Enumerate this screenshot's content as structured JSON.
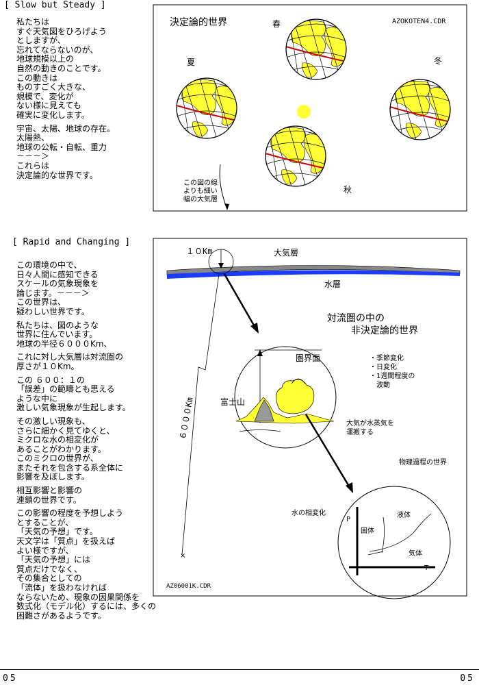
{
  "section1": {
    "title": "[ Slow but Steady ]",
    "paragraphs": [
      [
        "私たちは",
        "すぐ天気図をひろげよう",
        "としますが、",
        "忘れてならないのが、",
        "地球規模以上の",
        "自然の動きのことです。",
        "この動きは",
        "ものすごく大きな、",
        "規模で、変化が",
        "ない様に見えても",
        "確実に変化します。"
      ],
      [
        "宇宙、太陽、地球の存在。",
        "太陽熱、",
        "地球の公転・自転、重力",
        "－－－＞",
        "これらは",
        "決定論的な世界です。"
      ]
    ],
    "figure": {
      "title": "決定論的世界",
      "code": "AZOKOTEN4.CDR",
      "seasons": {
        "spring": "春",
        "summer": "夏",
        "autumn": "秋",
        "winter": "冬"
      },
      "note": [
        "この図の線",
        "よりも細い",
        "幅の大気層"
      ]
    }
  },
  "section2": {
    "title": "[ Rapid and Changing ]",
    "paragraphs": [
      [
        "この環境の中で、",
        "日々人間に感知できる",
        "スケールの気象現象を",
        "論じます。－－－＞",
        "この世界は、",
        "疑わしい世界です。"
      ],
      [
        "私たちは、図のような",
        "世界に住んでいます。",
        "地球の半径６０００Km、"
      ],
      [
        "これに対し大気層は対流圏の",
        "厚さが１０Km。"
      ],
      [
        "この ６００：１の",
        "「誤差」の範疇とも思える",
        "ような中に",
        "激しい気象現象が生起します。"
      ],
      [
        "その激しい現象も、",
        "さらに細かく見てゆくと、",
        "ミクロな水の相変化が",
        "あることがわかります。",
        "このミクロの世界が、",
        "またそれを包含する系全体に",
        "影響を及ぼします。"
      ],
      [
        "相互影響と影響の",
        "連鎖の世界です。"
      ],
      [
        "この影響の程度を予想しよう",
        "とすることが、",
        "「天気の予想」です。",
        "天文学は「質点」を扱えば",
        "よい様ですが、",
        "「天気の予想」には",
        "質点だけでなく、",
        "その集合としての",
        "「流体」を扱わなければ",
        "ならないため、現象の因果関係を",
        "数式化（モデル化）するには、多くの",
        "困難さがあるようです。"
      ]
    ],
    "figure": {
      "top_label_10km": "１０Km",
      "atmosphere": "大気層",
      "water_layer": "水層",
      "title_line1": "対流圏の中の",
      "title_line2": "非決定論的世界",
      "radius_label": "６０００Km",
      "tropopause": "圏界面",
      "mt_fuji": "富士山",
      "list": [
        "・季節変化",
        "・日変化",
        "・1週間程度の",
        "　波動"
      ],
      "vapor": [
        "大気が水蒸気を",
        "運搬する"
      ],
      "physics": "物理過程の世界",
      "phase_change": "水の相変化",
      "axis_p": "P",
      "axis_t": "T",
      "solid": "固体",
      "liquid": "液体",
      "gas": "気体",
      "x_mark": "×",
      "code": "AZ06001K.CDR"
    }
  },
  "footer": {
    "left": "05",
    "right": "05"
  }
}
